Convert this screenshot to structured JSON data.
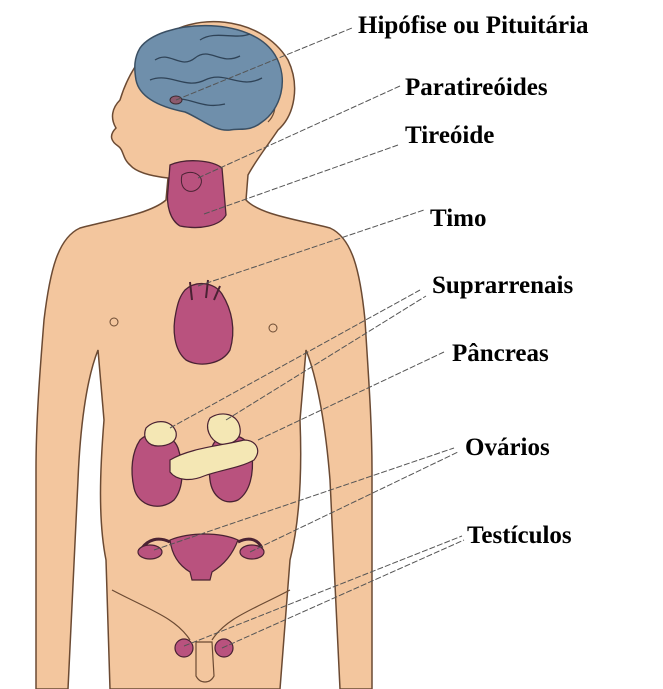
{
  "labels": {
    "hipofise": "Hipófise ou Pituitária",
    "paratireoides": "Paratireóides",
    "tireoide": "Tireóide",
    "timo": "Timo",
    "suprarrenais": "Suprarrenais",
    "pancreas": "Pâncreas",
    "ovarios": "Ovários",
    "testiculos": "Testículos"
  },
  "colors": {
    "skin": "#f3c69e",
    "outline": "#6b4a33",
    "brain": "#6f8fab",
    "gland": "#b9527e",
    "adrenal": "#f4e7b4",
    "leader": "#555555"
  }
}
